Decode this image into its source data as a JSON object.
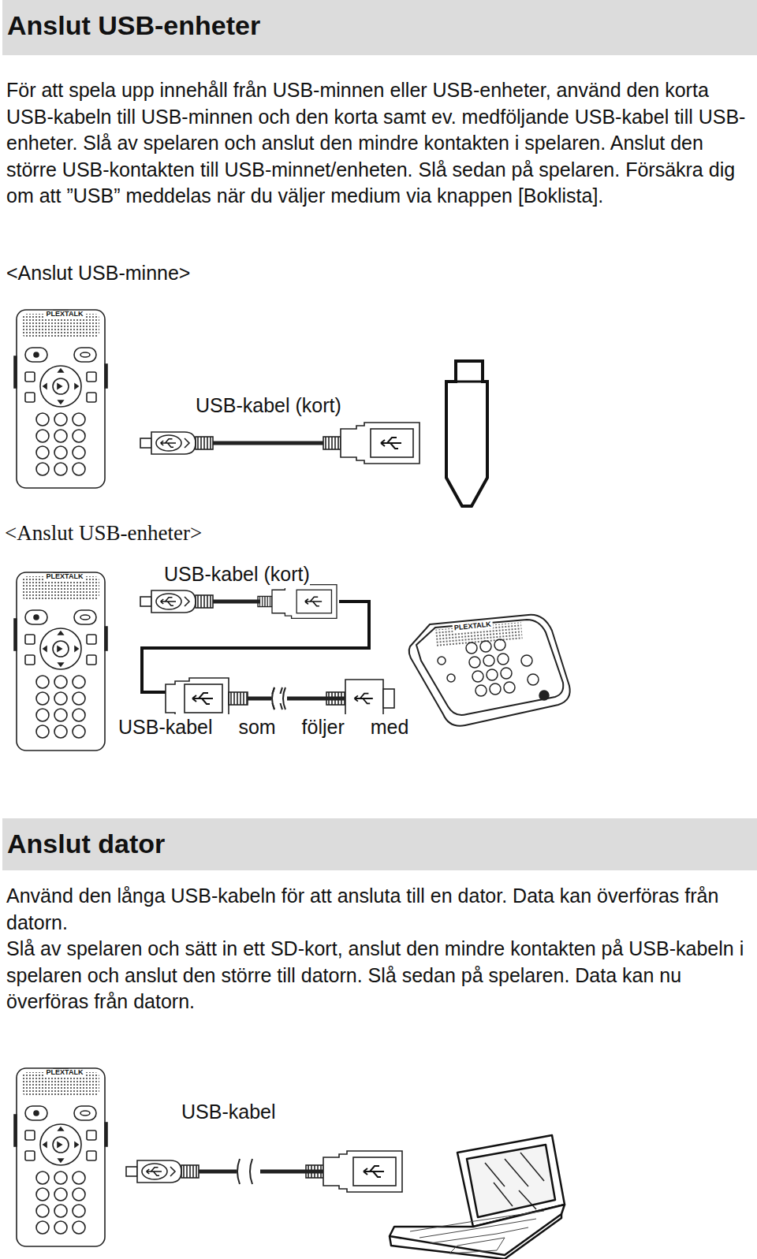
{
  "diagram": {
    "nodes": [
      {
        "text": [
          "Anslut USB-enheter"
        ]
      },
      {
        "text": [
          "Anslut dator"
        ]
      }
    ],
    "labels": [
      "För att spela upp innehåll från USB-minnen eller USB-enheter, använd den korta USB-kabeln till USB-minnen och den korta samt ev. medföljande USB-kabel till USB-enheter. Slå av spelaren och anslut den mindre kontakten i spelaren. Anslut den större USB-kontakten till USB-minnet/enheten. Slå sedan på spelaren. Försäkra dig om att ”USB” meddelas när du väljer medium via knappen [Boklista].",
      "<Anslut USB-minne>",
      "PLEXTALK",
      "USB-kabel (kort)",
      "<Anslut USB-enheter>",
      "PLEXTALK",
      "USB-kabel (kort)",
      "PLEXTALK",
      "USB-kabel som följer med",
      "Använd den långa USB-kabeln för att ansluta till en dator. Data kan överföras från datorn.",
      "Slå av spelaren och sätt in ett SD-kort, anslut den mindre kontakten på USB-kabeln i spelaren och anslut den större till datorn. Slå sedan på spelaren. Data kan nu överföras från datorn.",
      "PLEXTALK",
      "USB-kabel"
    ]
  }
}
